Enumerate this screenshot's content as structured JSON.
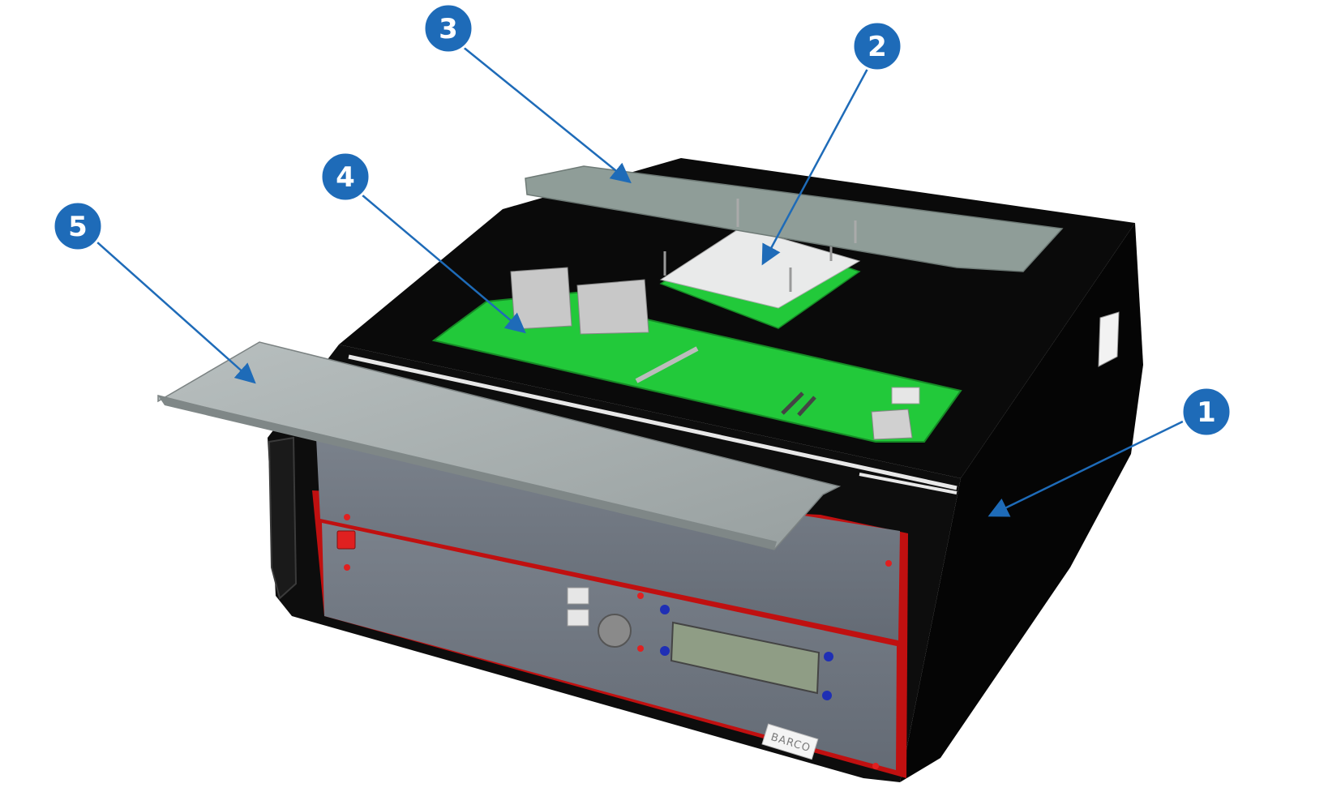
{
  "figure": {
    "brand_label": "BARCO",
    "button_labels": [
      "",
      ""
    ]
  },
  "callouts": [
    {
      "id": "1",
      "label": "1",
      "color": "#1e6bb8",
      "target": "housing-side"
    },
    {
      "id": "2",
      "label": "2",
      "color": "#1e6bb8",
      "target": "module-board"
    },
    {
      "id": "3",
      "label": "3",
      "color": "#1e6bb8",
      "target": "rear-cover"
    },
    {
      "id": "4",
      "label": "4",
      "color": "#1e6bb8",
      "target": "main-pcb"
    },
    {
      "id": "5",
      "label": "5",
      "color": "#1e6bb8",
      "target": "front-cover"
    }
  ],
  "colors": {
    "callout": "#1e6bb8",
    "chassis": "#0c0c0c",
    "pcb": "#22c93a",
    "cover": "#a9b0b0",
    "front_panel": "#6e7580",
    "red_trim": "#c01010"
  }
}
